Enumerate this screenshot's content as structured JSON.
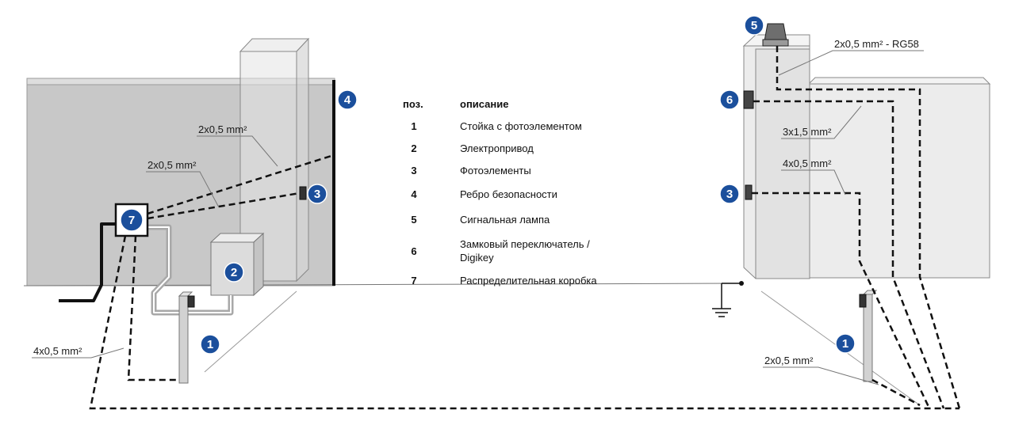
{
  "legend": {
    "header_pos": "поз.",
    "header_desc": "описание",
    "rows": [
      {
        "pos": "1",
        "desc": [
          "Стойка с фотоэлементом"
        ]
      },
      {
        "pos": "2",
        "desc": [
          "Электропривод"
        ]
      },
      {
        "pos": "3",
        "desc": [
          "Фотоэлементы"
        ]
      },
      {
        "pos": "4",
        "desc": [
          "Ребро безопасности"
        ]
      },
      {
        "pos": "5",
        "desc": [
          "Сигнальная лампа"
        ]
      },
      {
        "pos": "6",
        "desc": [
          "Замковый переключатель /",
          "Digikey"
        ]
      },
      {
        "pos": "7",
        "desc": [
          "Распределительная коробка"
        ]
      }
    ]
  },
  "cables": {
    "c_2x05_a": "2x0,5 mm²",
    "c_2x05_b": "2x0,5 mm²",
    "c_4x05_left": "4x0,5 mm²",
    "c_rg58": "2x0,5 mm² - RG58",
    "c_3x15": "3x1,5 mm²",
    "c_4x05_right": "4x0,5 mm²",
    "c_2x05_bottom": "2x0,5 mm²"
  },
  "badges": {
    "b1_left": "1",
    "b2": "2",
    "b3_left": "3",
    "b4": "4",
    "b5": "5",
    "b6": "6",
    "b3_right": "3",
    "b7": "7",
    "b1_right": "1"
  },
  "colors": {
    "badge": "#1b4f9c",
    "gate": "#c9c9c9",
    "wire": "#111111",
    "power_wire": "#a8a8a8"
  }
}
